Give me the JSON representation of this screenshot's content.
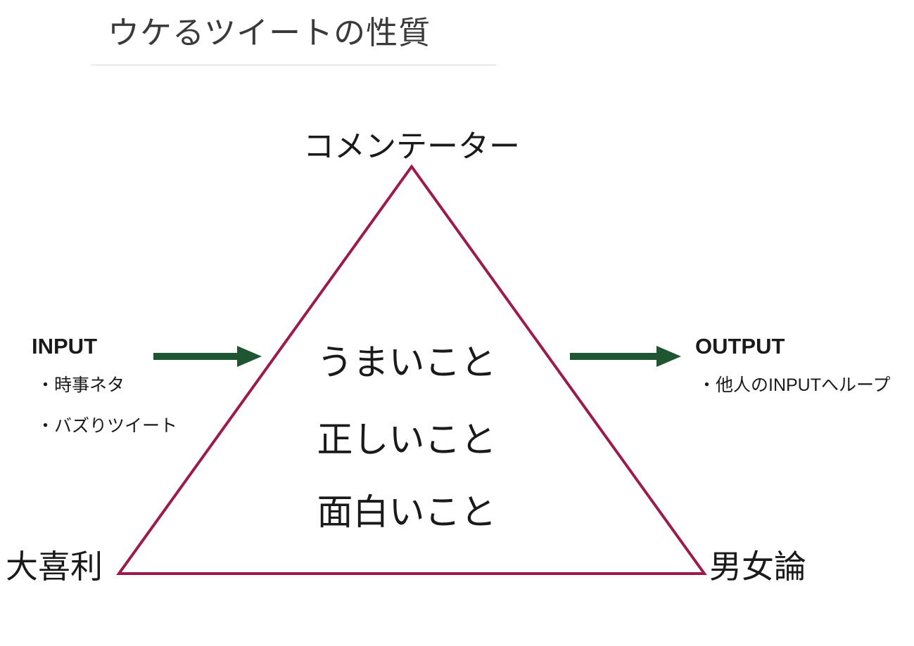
{
  "title": "ウケるツイートの性質",
  "colors": {
    "triangle": "#9b1b4d",
    "arrow": "#1e5631",
    "title_text": "#3a3a3a",
    "body_text": "#1a1a1a",
    "divider": "#d8d8d8"
  },
  "triangle": {
    "apex_label": "コメンテーター",
    "bottom_left_label": "大喜利",
    "bottom_right_label": "男女論",
    "inner_lines": [
      "うまいこと",
      "正しいこと",
      "面白いこと"
    ]
  },
  "input": {
    "label": "INPUT",
    "items": [
      "・時事ネタ",
      "・バズりツイート"
    ]
  },
  "output": {
    "label": "OUTPUT",
    "items": [
      "・他人のINPUTへループ"
    ]
  }
}
